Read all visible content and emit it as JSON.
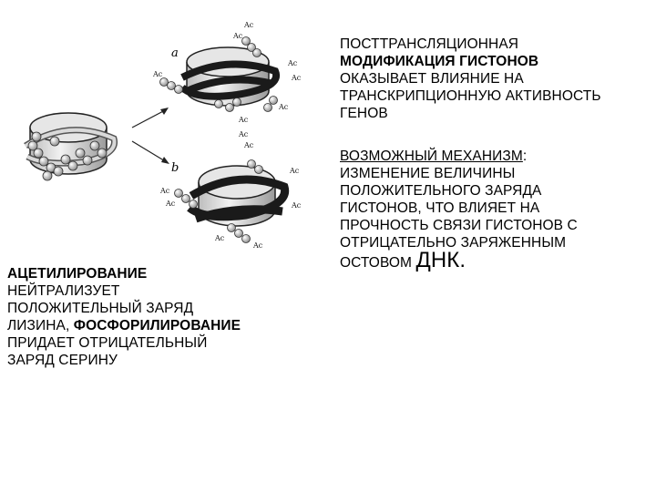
{
  "figure": {
    "label_a": "a",
    "label_b": "b",
    "acetyl_label": "Ac"
  },
  "right_block_1": {
    "line1": "ПОСТТРАНСЛЯЦИОННАЯ",
    "line2_bold": "МОДИФИКАЦИЯ ГИСТОНОВ",
    "line3": "ОКАЗЫВАЕТ ВЛИЯНИЕ НА",
    "line4": "ТРАНСКРИПЦИОННУЮ АКТИВНОСТЬ",
    "line5": "ГЕНОВ"
  },
  "right_block_2": {
    "heading_underlined": "ВОЗМОЖНЫЙ МЕХАНИЗМ",
    "heading_colon": ":",
    "line2": "ИЗМЕНЕНИЕ ВЕЛИЧИНЫ",
    "line3": "ПОЛОЖИТЕЛЬНОГО ЗАРЯДА",
    "line4": "ГИСТОНОВ, ЧТО ВЛИЯЕТ НА",
    "line5": "ПРОЧНОСТЬ СВЯЗИ ГИСТОНОВ С",
    "line6": "ОТРИЦАТЕЛЬНО ЗАРЯЖЕННЫМ",
    "line7_start": "ОСТОВОМ ",
    "line7_big": "ДНК."
  },
  "left_block": {
    "line1_bold": "АЦЕТИЛИРОВАНИЕ",
    "line2": "НЕЙТРАЛИЗУЕТ",
    "line3": "ПОЛОЖИТЕЛЬНЫЙ ЗАРЯД",
    "line4_start": "ЛИЗИНА, ",
    "line4_bold": "ФОСФОРИЛИРОВАНИЕ",
    "line5": "ПРИДАЕТ ОТРИЦАТЕЛЬНЫЙ",
    "line6": "ЗАРЯД СЕРИНУ"
  }
}
